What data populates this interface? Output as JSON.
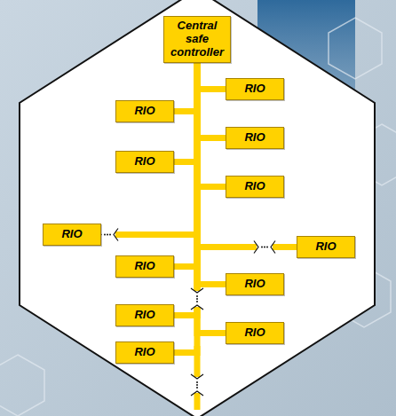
{
  "diagram": {
    "nodes": [
      {
        "text": [
          "Central safe controller"
        ]
      },
      {
        "text": [
          "RIO"
        ]
      },
      {
        "text": [
          "RIO"
        ]
      },
      {
        "text": [
          "RIO"
        ]
      },
      {
        "text": [
          "RIO"
        ]
      },
      {
        "text": [
          "RIO"
        ]
      },
      {
        "text": [
          "RIO"
        ]
      },
      {
        "text": [
          "RIO"
        ]
      },
      {
        "text": [
          "RIO"
        ]
      },
      {
        "text": [
          "RIO"
        ]
      },
      {
        "text": [
          "RIO"
        ]
      },
      {
        "text": [
          "RIO"
        ]
      },
      {
        "text": [
          "RIO"
        ]
      }
    ],
    "edges": [
      {
        "from": 0,
        "to": 1,
        "arrow": "none"
      },
      {
        "from": 0,
        "to": 2,
        "arrow": "none"
      },
      {
        "from": 0,
        "to": 3,
        "arrow": "none"
      },
      {
        "from": 0,
        "to": 4,
        "arrow": "none"
      },
      {
        "from": 0,
        "to": 5,
        "arrow": "none"
      },
      {
        "from": 0,
        "to": 6,
        "arrow": "none"
      },
      {
        "from": 0,
        "to": 7,
        "arrow": "none"
      },
      {
        "from": 0,
        "to": 8,
        "arrow": "none"
      },
      {
        "from": 0,
        "to": 9,
        "arrow": "none"
      },
      {
        "from": 0,
        "to": 10,
        "arrow": "none"
      },
      {
        "from": 0,
        "to": 11,
        "arrow": "none"
      },
      {
        "from": 0,
        "to": 12,
        "arrow": "none"
      }
    ]
  }
}
